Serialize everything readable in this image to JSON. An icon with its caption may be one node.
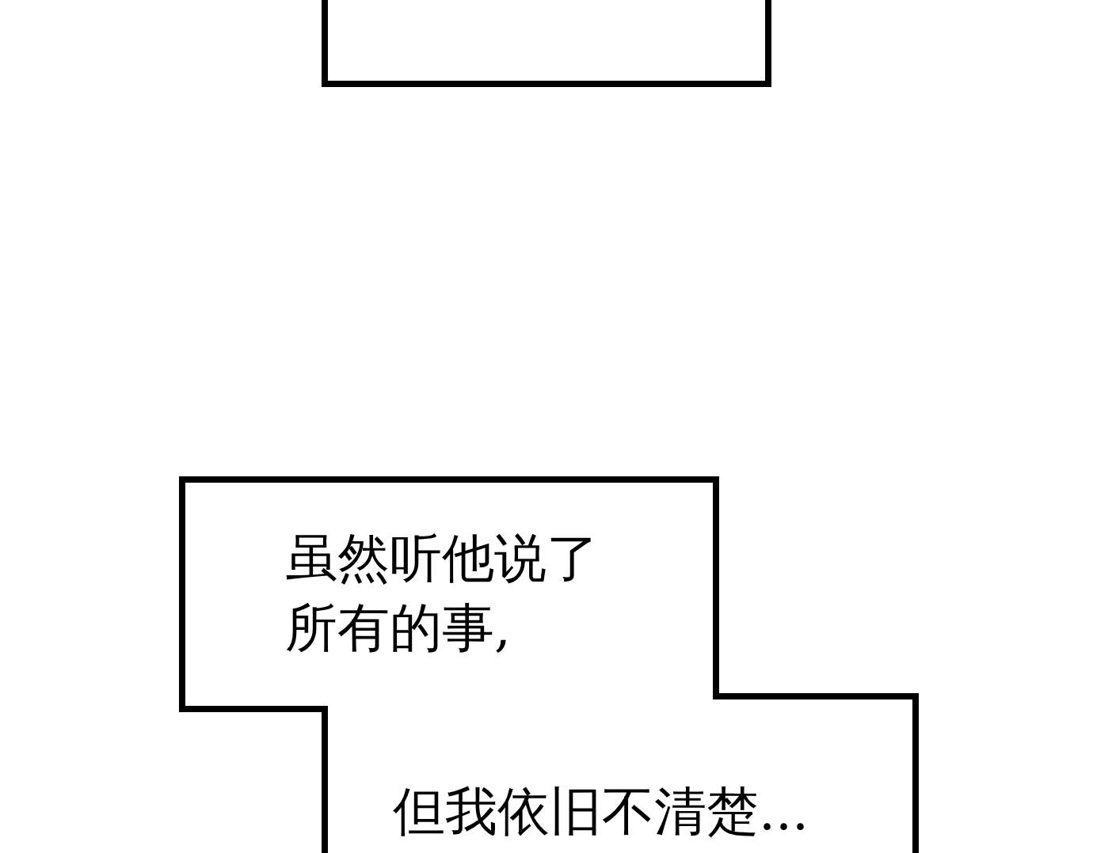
{
  "diagram": {
    "nodes": [
      {
        "text": [],
        "shape": "box"
      },
      {
        "text": [
          "虽然听他说了所有的事,",
          "但我依旧不清楚..."
        ]
      }
    ]
  }
}
